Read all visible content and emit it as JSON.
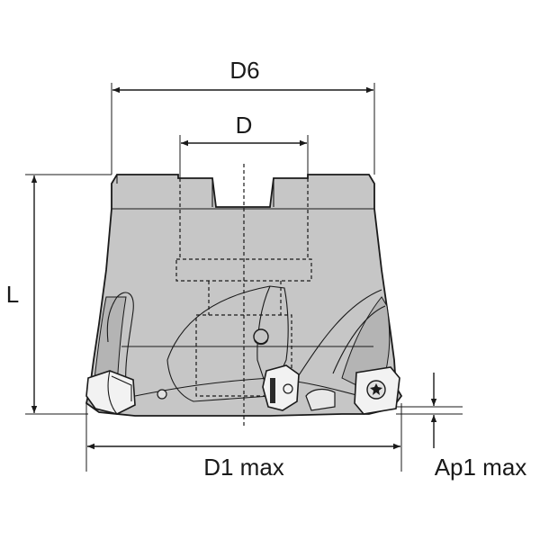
{
  "labels": {
    "d6": "D6",
    "d": "D",
    "l": "L",
    "d1max": "D1 max",
    "ap1max": "Ap1 max"
  },
  "colors": {
    "body_fill": "#c6c6c6",
    "body_shade": "#b4b4b4",
    "insert_fill": "#f2f2f2",
    "line": "#1a1a1a"
  }
}
